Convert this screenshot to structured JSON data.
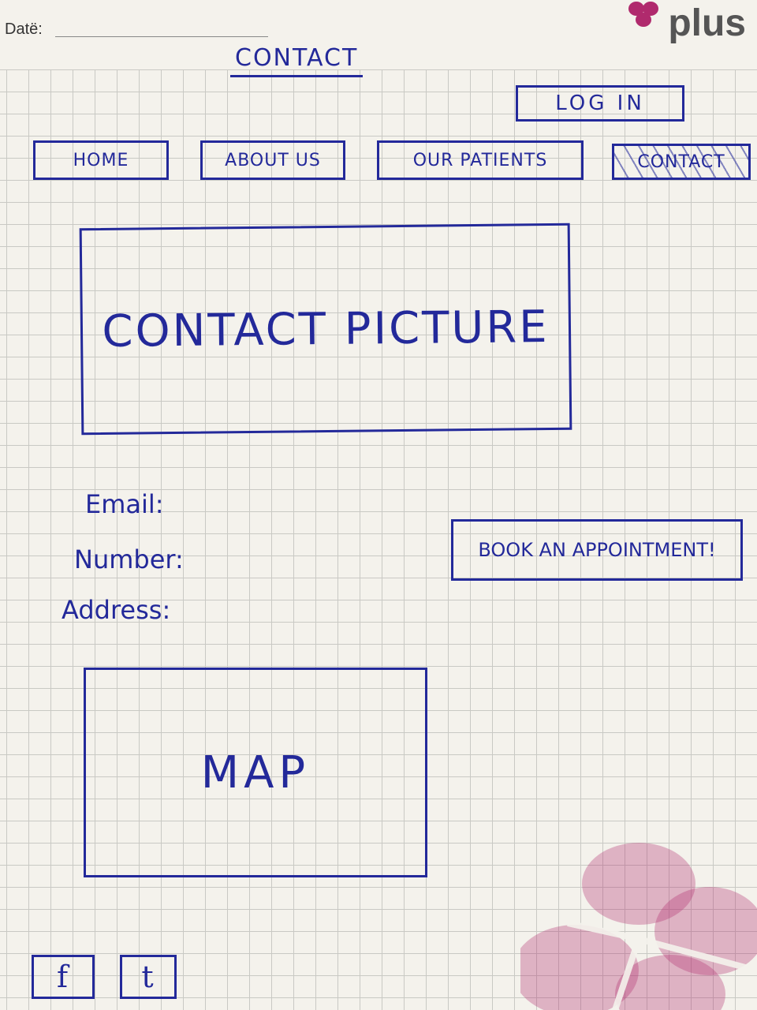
{
  "paper": {
    "date_label": "Datë:",
    "brand": "plus",
    "brand_color": "#b02a6d",
    "ink_color": "#23299a"
  },
  "page": {
    "title": "CONTACT"
  },
  "header": {
    "login_label": "LOG IN"
  },
  "nav": {
    "items": [
      {
        "label": "HOME"
      },
      {
        "label": "ABOUT US"
      },
      {
        "label": "OUR PATIENTS"
      },
      {
        "label": "CONTACT",
        "active": true
      }
    ]
  },
  "hero": {
    "placeholder": "CONTACT PICTURE"
  },
  "contact_info": {
    "email_label": "Email:",
    "number_label": "Number:",
    "address_label": "Address:"
  },
  "cta": {
    "book_label": "BOOK AN APPOINTMENT!"
  },
  "map": {
    "placeholder": "MAP"
  },
  "footer": {
    "social": [
      {
        "label": "f",
        "icon": "facebook-icon"
      },
      {
        "label": "t",
        "icon": "twitter-icon"
      }
    ]
  }
}
